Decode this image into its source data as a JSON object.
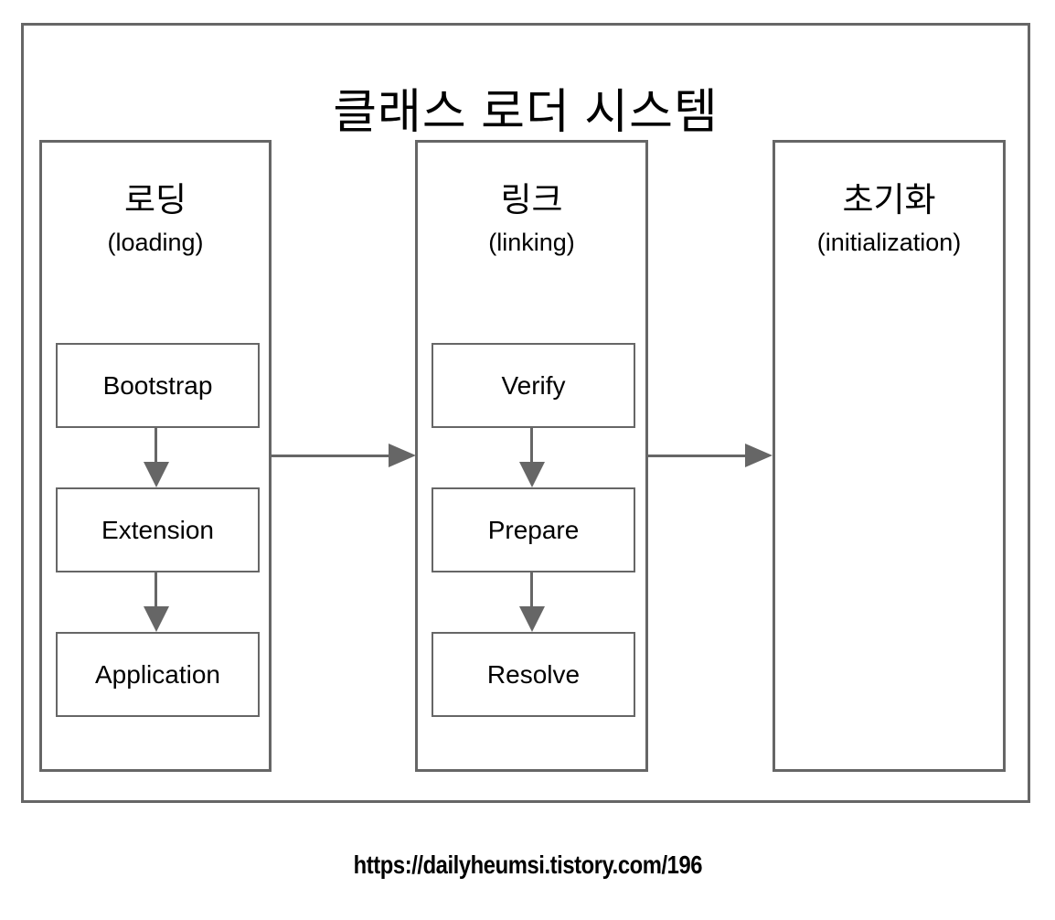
{
  "diagram": {
    "title": "클래스 로더 시스템",
    "columns": [
      {
        "title_ko": "로딩",
        "title_en": "(loading)",
        "boxes": [
          "Bootstrap",
          "Extension",
          "Application"
        ]
      },
      {
        "title_ko": "링크",
        "title_en": "(linking)",
        "boxes": [
          "Verify",
          "Prepare",
          "Resolve"
        ]
      },
      {
        "title_ko": "초기화",
        "title_en": "(initialization)",
        "boxes": []
      }
    ],
    "colors": {
      "border": "#666666",
      "arrow": "#666666",
      "text": "#000000",
      "background": "#ffffff"
    }
  },
  "footer": {
    "url": "https://dailyheumsi.tistory.com/196"
  }
}
